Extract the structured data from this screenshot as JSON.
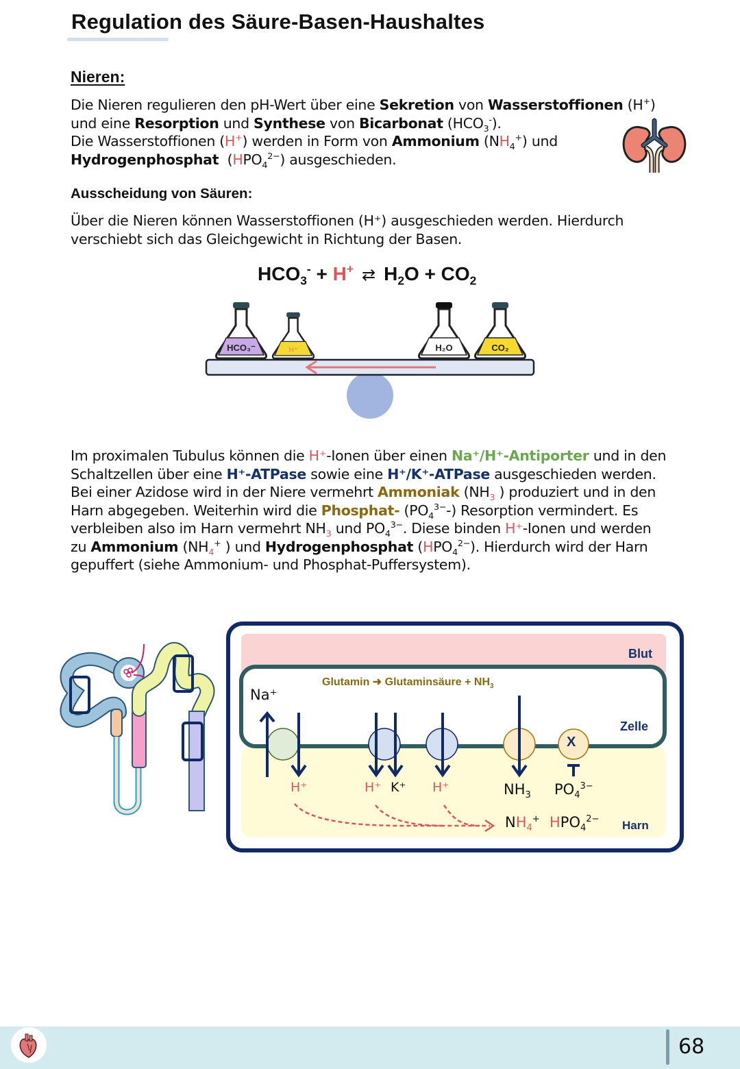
{
  "header": {
    "title": "Regulation des Säure-Basen-Haushaltes"
  },
  "section_nieren": {
    "heading": "Nieren:",
    "intro": {
      "l1_a": "Die Nieren regulieren den pH-Wert über eine ",
      "l1_b": "Sekretion",
      "l1_c": " von ",
      "l1_d": "Wasserstoffionen",
      "l1_e": " (H",
      "l1_e_sup": "+",
      "l1_f": ")",
      "l2_a": "und eine ",
      "l2_b": "Resorption",
      "l2_c": " und ",
      "l2_d": "Synthese",
      "l2_e": " von ",
      "l2_f": "Bicarbonat",
      "l2_g": " (HCO",
      "l2_g_sub": "3",
      "l2_g_sup": "-",
      "l2_h": ").",
      "l3_a": "Die Wasserstoffionen (",
      "l3_b": "H",
      "l3_b_sup": "+",
      "l3_c": ") werden in Form von ",
      "l3_d": "Ammonium",
      "l3_e": " (N",
      "l3_f": "H",
      "l3_f_sub": "4",
      "l3_f_sup": "+",
      "l3_g": ") und",
      "l4_a": "Hydrogenphosphat",
      "l4_b": "  (",
      "l4_c": "H",
      "l4_d": "PO",
      "l4_d_sub": "4",
      "l4_d_sup": "2−",
      "l4_e": ") ausgeschieden."
    },
    "kidney_icon": "kidney-icon"
  },
  "section_saeuren": {
    "heading": "Ausscheidung von Säuren:",
    "text_l1": "Über die Nieren können Wasserstoffionen (H⁺) ausgeschieden werden. Hierdurch",
    "text_l2": "verschiebt sich das Gleichgewicht in Richtung der Basen.",
    "equation": {
      "left1": "HCO",
      "left1_sub": "3",
      "left1_sup": "-",
      "plus1": " + ",
      "left2": "H",
      "left2_sup": "+",
      "arrow": "⇄",
      "right1": "H",
      "right1_sub": "2",
      "right1_b": "O",
      "plus2": " + ",
      "right2": "CO",
      "right2_sub": "2"
    },
    "balance": {
      "flasks": [
        {
          "label": "HCO₃⁻",
          "color": "#c9a8e8"
        },
        {
          "label": "H⁺",
          "color": "#f5d830"
        },
        {
          "label": "H₂O",
          "color": "#ffffff"
        },
        {
          "label": "CO₂",
          "color": "#f5d830"
        }
      ],
      "arrow_direction": "left"
    }
  },
  "section_tubulus": {
    "lines": [
      [
        {
          "t": "Im proximalen Tubulus können die "
        },
        {
          "t": "H⁺",
          "c": "red"
        },
        {
          "t": "-Ionen über einen "
        },
        {
          "t": "Na⁺/H⁺-Antiporter",
          "c": "green"
        },
        {
          "t": " und in den"
        }
      ],
      [
        {
          "t": "Schaltzellen über eine "
        },
        {
          "t": "H⁺-ATPase",
          "c": "navy"
        },
        {
          "t": " sowie eine "
        },
        {
          "t": "H⁺/K⁺-ATPase",
          "c": "navy"
        },
        {
          "t": " ausgeschieden werden."
        }
      ],
      [
        {
          "t": "Bei einer Azidose wird in der Niere vermehrt "
        },
        {
          "t": "Ammoniak",
          "c": "olive"
        },
        {
          "t": " (NH"
        },
        {
          "t": "3",
          "c": "red-sub"
        },
        {
          "t": " ) produziert und in den"
        }
      ],
      [
        {
          "t": "Harn abgegeben. Weiterhin wird die "
        },
        {
          "t": "Phosphat-",
          "c": "olive"
        },
        {
          "t": " (PO"
        },
        {
          "t": "4",
          "c": "sub"
        },
        {
          "t": "3−",
          "c": "sup"
        },
        {
          "t": "-) Resorption vermindert. Es"
        }
      ],
      [
        {
          "t": "verbleiben also im Harn vermehrt NH"
        },
        {
          "t": "3",
          "c": "red-sub"
        },
        {
          "t": " und PO"
        },
        {
          "t": "4",
          "c": "sub"
        },
        {
          "t": "3−",
          "c": "sup"
        },
        {
          "t": ". Diese binden "
        },
        {
          "t": "H⁺",
          "c": "red"
        },
        {
          "t": "-Ionen und werden"
        }
      ],
      [
        {
          "t": "zu "
        },
        {
          "t": "Ammonium",
          "c": "bold"
        },
        {
          "t": " (NH"
        },
        {
          "t": "4",
          "c": "red-sub"
        },
        {
          "t": "+",
          "c": "sup"
        },
        {
          "t": " ) und "
        },
        {
          "t": "Hydrogenphosphat",
          "c": "bold"
        },
        {
          "t": " ("
        },
        {
          "t": "H",
          "c": "red"
        },
        {
          "t": "PO"
        },
        {
          "t": "4",
          "c": "sub"
        },
        {
          "t": "2−",
          "c": "sup"
        },
        {
          "t": "). Hierdurch wird der Harn"
        }
      ],
      [
        {
          "t": "gepuffert (siehe Ammonium- und Phosphat-Puffersystem)."
        }
      ]
    ]
  },
  "diagram": {
    "labels": {
      "blut": "Blut",
      "zelle": "Zelle",
      "harn": "Harn",
      "reaction": "Glutamin ➜ Glutaminsäure + NH",
      "reaction_sub": "3",
      "na": "Na⁺",
      "h1": "H⁺",
      "h2": "H⁺",
      "k": "K⁺",
      "h3": "H⁺",
      "nh3": "NH",
      "nh3_sub": "3",
      "po4": "PO",
      "po4_sub": "4",
      "po4_sup": "3−",
      "nh4_n": "N",
      "nh4_h": "H",
      "nh4_sub": "4",
      "nh4_sup": "+",
      "hpo4_h": "H",
      "hpo4": "PO",
      "hpo4_sub": "4",
      "hpo4_sup": "2−",
      "inhibit": "X"
    },
    "colors": {
      "blood": "#fbd3d3",
      "cell_border": "#2f5d62",
      "urine": "#fefbd6",
      "frame": "#0f2a66",
      "dashed": "#d9575a",
      "label_navy": "#16306a",
      "reaction": "#8a6a10"
    }
  },
  "footer": {
    "page_number": "68",
    "logo_icon": "heart-icon"
  }
}
